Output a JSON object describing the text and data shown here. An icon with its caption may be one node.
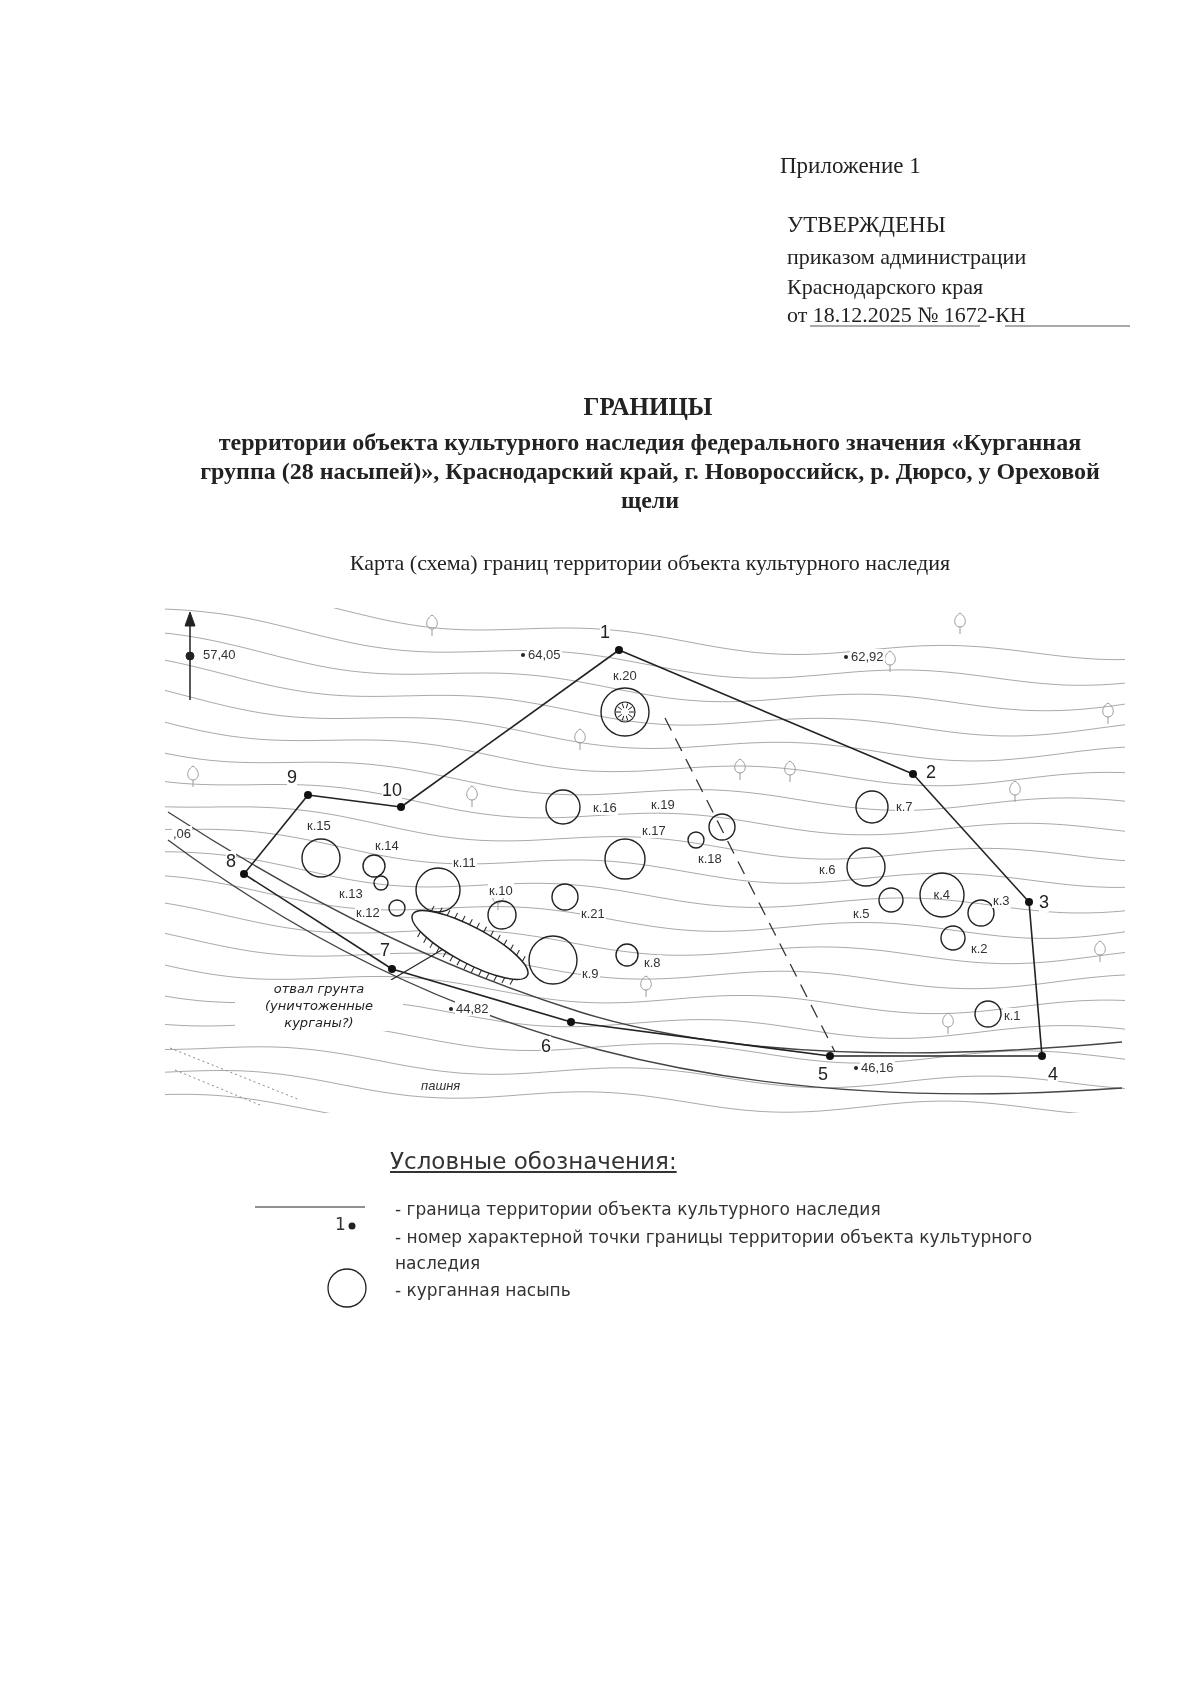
{
  "diagram": {
    "title": "ГРАНИЦЫ",
    "nodes": [
      {
        "text": [
          "1"
        ]
      },
      {
        "text": [
          "2"
        ]
      },
      {
        "text": [
          "3"
        ]
      },
      {
        "text": [
          "4"
        ]
      },
      {
        "text": [
          "5"
        ]
      },
      {
        "text": [
          "6"
        ]
      },
      {
        "text": [
          "7"
        ]
      },
      {
        "text": [
          "8"
        ]
      },
      {
        "text": [
          "9"
        ]
      },
      {
        "text": [
          "10"
        ]
      },
      {
        "text": [
          "отвал грунта (уничтоженные курганы?)"
        ]
      },
      {
        "text": [],
        "shape": "ellipse"
      },
      {
        "text": [
          "к.20"
        ]
      },
      {
        "text": [
          "к.16"
        ]
      },
      {
        "text": [
          "к.19"
        ]
      },
      {
        "text": [
          "к.7"
        ]
      },
      {
        "text": [
          "к.17"
        ]
      },
      {
        "text": [
          "к.18"
        ]
      },
      {
        "text": [
          "к.6"
        ]
      },
      {
        "text": [
          "к.15"
        ]
      },
      {
        "text": [
          "к.14"
        ]
      },
      {
        "text": [
          "к.4"
        ]
      },
      {
        "text": [
          "к.3"
        ]
      },
      {
        "text": [
          "к.11"
        ]
      },
      {
        "text": [
          "к.13"
        ]
      },
      {
        "text": [
          "к.5"
        ]
      },
      {
        "text": [
          "к.21"
        ]
      },
      {
        "text": [
          "к.12"
        ]
      },
      {
        "text": [
          "к.2"
        ]
      },
      {
        "text": [
          "к.10"
        ]
      },
      {
        "text": [
          "к.8"
        ]
      },
      {
        "text": [
          "к.9"
        ]
      },
      {
        "text": [
          "к.1"
        ]
      }
    ],
    "edges": [
      {
        "from": 0,
        "to": 1,
        "arrow": "none"
      },
      {
        "from": 1,
        "to": 2,
        "arrow": "none"
      },
      {
        "from": 2,
        "to": 3,
        "arrow": "none"
      },
      {
        "from": 3,
        "to": 4,
        "arrow": "none"
      },
      {
        "from": 4,
        "to": 5,
        "arrow": "none"
      },
      {
        "from": 5,
        "to": 6,
        "arrow": "none"
      },
      {
        "from": 6,
        "to": 7,
        "arrow": "none"
      },
      {
        "from": 7,
        "to": 8,
        "arrow": "none"
      },
      {
        "from": 8,
        "to": 9,
        "arrow": "none"
      },
      {
        "from": 9,
        "to": 0,
        "arrow": "none"
      },
      {
        "from": 10,
        "to": 11,
        "arrow": "none"
      }
    ],
    "labels": [
      "Приложение 1",
      "УТВЕРЖДЕНЫ",
      "приказом администрации Краснодарского края",
      "от 18.12.2025 № 1672-КН",
      "территории объекта культурного наследия федерального значения «Курганная группа (28 насыпей)», Краснодарский край, г. Новороссийск, р. Дюрсо, у Ореховой щели",
      "Карта (схема) границ территории объекта культурного наследия",
      "57,40",
      "64,05",
      "62,92",
      ",06",
      "44,82",
      "46,16",
      "пашня",
      "Условные обозначения:",
      "1"
    ],
    "legend": [
      {
        "text": "- граница территории объекта культурного наследия"
      },
      {
        "text": "- номер характерной точки границы территории объекта культурного наследия"
      },
      {
        "text": "- курганная насыпь"
      }
    ]
  }
}
